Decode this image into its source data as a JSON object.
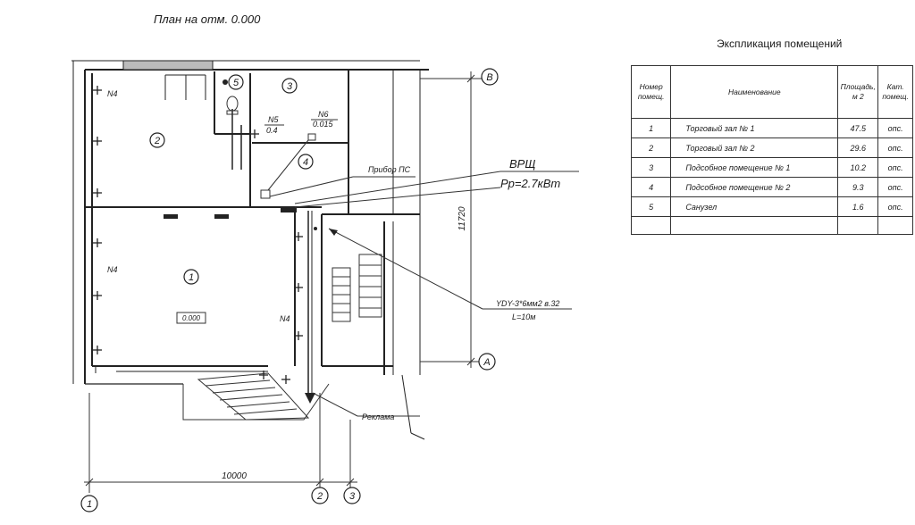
{
  "plan": {
    "title": "План на отм. 0.000",
    "axes": {
      "B": "В",
      "A": "А",
      "one": "1",
      "two": "2",
      "three": "3"
    },
    "room_numbers": [
      "1",
      "2",
      "3",
      "4",
      "5"
    ],
    "labels": {
      "n4_top": "N4",
      "n4_left": "N4",
      "n4_right": "N4",
      "n5": "N5",
      "n5_value": "0.4",
      "n6": "N6",
      "n6_value": "0.015",
      "device": "Прибор ПС",
      "panel": "ВРЩ",
      "power": "Рр=2.7кВт",
      "cable": "YDY-3*6мм2 в.32",
      "cable_length": "L=10м",
      "level": "0.000",
      "ad": "Реклама",
      "dim_h": "10000",
      "dim_v": "11720"
    }
  },
  "table": {
    "title": "Экспликация помещений",
    "headers": {
      "number": "Номер помещ.",
      "name": "Наименование",
      "area": "Площадь, м 2",
      "category": "Кат. помещ."
    },
    "rows": [
      {
        "number": "1",
        "name": "Торговый зал № 1",
        "area": "47.5",
        "category": "опс."
      },
      {
        "number": "2",
        "name": "Торговый зал № 2",
        "area": "29.6",
        "category": "опс."
      },
      {
        "number": "3",
        "name": "Подсобное помещение № 1",
        "area": "10.2",
        "category": "опс."
      },
      {
        "number": "4",
        "name": "Подсобное помещение № 2",
        "area": "9.3",
        "category": "опс."
      },
      {
        "number": "5",
        "name": "Санузел",
        "area": "1.6",
        "category": "опс."
      }
    ]
  }
}
